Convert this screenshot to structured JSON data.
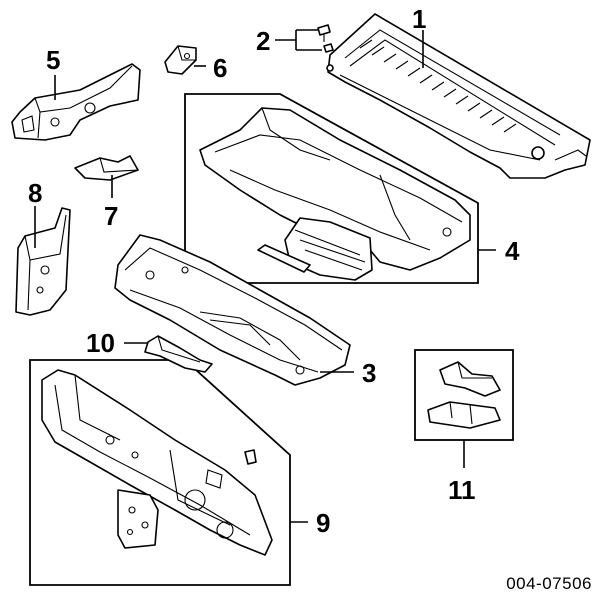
{
  "diagram": {
    "callouts": [
      {
        "id": "c1",
        "label": "1"
      },
      {
        "id": "c2",
        "label": "2"
      },
      {
        "id": "c3",
        "label": "3"
      },
      {
        "id": "c4",
        "label": "4"
      },
      {
        "id": "c5",
        "label": "5"
      },
      {
        "id": "c6",
        "label": "6"
      },
      {
        "id": "c7",
        "label": "7"
      },
      {
        "id": "c8",
        "label": "8"
      },
      {
        "id": "c9",
        "label": "9"
      },
      {
        "id": "c10",
        "label": "10"
      },
      {
        "id": "c11",
        "label": "11"
      }
    ],
    "reference_number": "004-07506"
  }
}
